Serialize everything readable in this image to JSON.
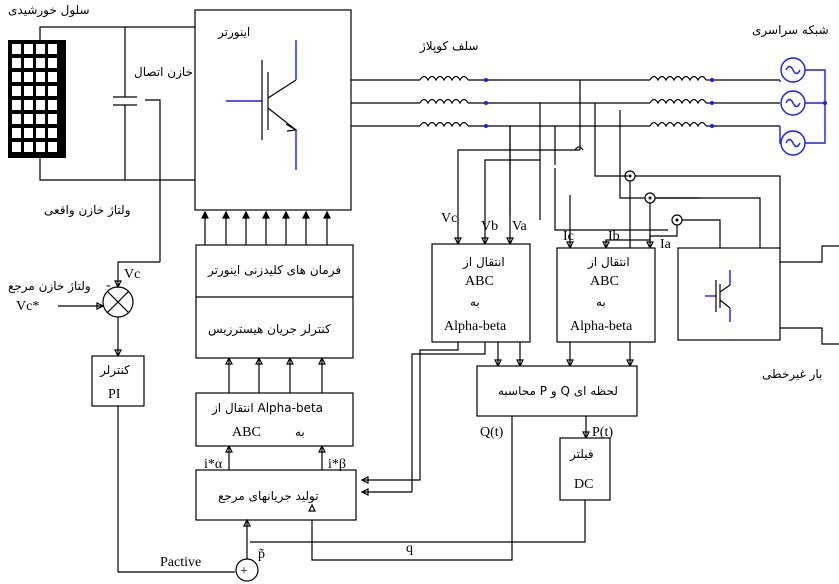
{
  "labels": {
    "solar_cell": "سلول خورشیدی",
    "link_cap": "خازن اتصال",
    "inverter": "اینورتر",
    "coupling_inductor": "سلف کوپلاژ",
    "grid": "شبکه سراسری",
    "nonlinear_load": "بار غیرخطی",
    "actual_cap_voltage": "ولتاژ خازن واقعی",
    "ref_cap_voltage": "ولتاژ خازن مرجع",
    "vc_star": "Vc*",
    "vc": "Vc",
    "pi_line1": "کنترلر",
    "pi_line2": "PI",
    "switching_cmds": "فرمان های کلیدزنی اینورتر",
    "hysteresis": "کنترلر جریان هیسترزیس",
    "inv_transform_line1": "انتقال از  Alpha-beta",
    "inv_transform_line2": "ABC",
    "inv_transform_line3": "به",
    "ref_currents": "تولید جریانهای مرجع",
    "va": "Va",
    "vb": "Vb",
    "vcp": "Vc",
    "ia": "Ia",
    "ib": "Ib",
    "ic": "Ic",
    "tr1_l1": "انتقال از",
    "tr1_l2": "ABC",
    "tr1_l3": "به",
    "tr1_l4": "Alpha-beta",
    "tr2_l1": "انتقال از",
    "tr2_l2": "ABC",
    "tr2_l3": "به",
    "tr2_l4": "Alpha-beta",
    "pq_calc": "محاسبه  P و Q لحظه ای",
    "qt": "Q(t)",
    "pt": "P(t)",
    "filter_l1": "فیلتر",
    "filter_l2": "DC",
    "q": "q",
    "pactive": "Pactive",
    "p_tilde": "p̃",
    "i_alpha": "i*α",
    "i_beta": "i*β",
    "minus": "-",
    "plus": "+"
  }
}
